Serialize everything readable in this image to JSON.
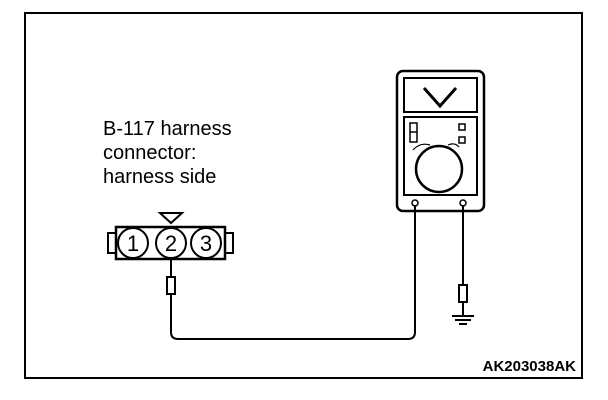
{
  "connector_label": {
    "line1": "B-117 harness",
    "line2": "connector:",
    "line3": "harness side"
  },
  "connector": {
    "pins": [
      "1",
      "2",
      "3"
    ],
    "marked_pin": "2"
  },
  "figure_code": "AK203038AK",
  "icons": {
    "meter": "voltmeter-icon",
    "ground": "ground-symbol-icon",
    "probe": "test-probe-icon"
  },
  "colors": {
    "line": "#000000",
    "background": "#ffffff"
  }
}
